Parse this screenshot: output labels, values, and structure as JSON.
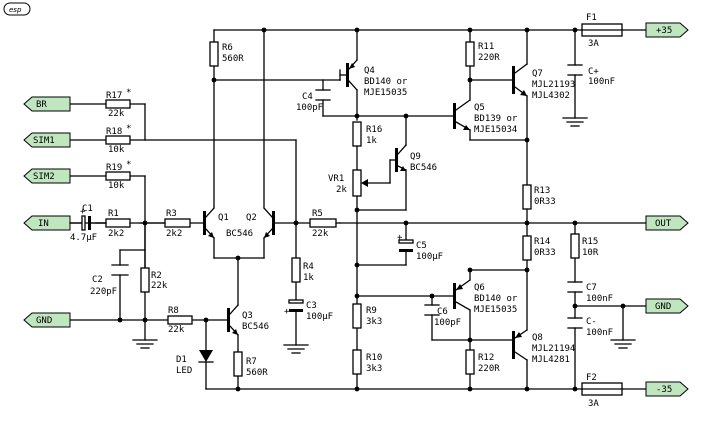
{
  "logo": "esp",
  "pins": {
    "br": "BR",
    "sim1": "SIM1",
    "sim2": "SIM2",
    "in": "IN",
    "gnd_left": "GND",
    "plus35": "+35",
    "out": "OUT",
    "gnd_right": "GND",
    "minus35": "-35"
  },
  "labels": {
    "r17": "R17",
    "r17v": "22k",
    "r18": "R18",
    "r18v": "10k",
    "r19": "R19",
    "r19v": "10k",
    "star": "*",
    "c1": "C1",
    "c1v": "4.7µF",
    "c1plus": "+",
    "r1": "R1",
    "r1v": "2k2",
    "r3": "R3",
    "r3v": "2k2",
    "q1": "Q1",
    "q2": "Q2",
    "q12v": "BC546",
    "r5": "R5",
    "r5v": "22k",
    "c2": "C2",
    "c2v": "220pF",
    "r2": "R2",
    "r2v": "22k",
    "r8": "R8",
    "r8v": "22k",
    "q3": "Q3",
    "q3v": "BC546",
    "d1": "D1",
    "d1v": "LED",
    "r7": "R7",
    "r7v": "560R",
    "r6": "R6",
    "r6v": "560R",
    "r4": "R4",
    "r4v": "1k",
    "c3": "C3",
    "c3v": "100µF",
    "c3plus": "+",
    "c4": "C4",
    "c4v": "100pF",
    "q4": "Q4",
    "q4v1": "BD140 or",
    "q4v2": "MJE15035",
    "r16": "R16",
    "r16v": "1k",
    "vr1": "VR1",
    "vr1v": "2k",
    "q9": "Q9",
    "q9v": "BC546",
    "r11": "R11",
    "r11v": "220R",
    "q5": "Q5",
    "q5v1": "BD139 or",
    "q5v2": "MJE15034",
    "q7": "Q7",
    "q7v1": "MJL21193",
    "q7v2": "MJL4302",
    "f1": "F1",
    "f1v": "3A",
    "cplus": "C+",
    "cplusv": "100nF",
    "r13": "R13",
    "r13v": "0R33",
    "c5": "C5",
    "c5v": "100µF",
    "c5plus": "+",
    "r14": "R14",
    "r14v": "0R33",
    "r15": "R15",
    "r15v": "10R",
    "c7": "C7",
    "c7v": "100nF",
    "cminus": "C-",
    "cminusv": "100nF",
    "q6": "Q6",
    "q6v1": "BD140 or",
    "q6v2": "MJE15035",
    "c6": "C6",
    "c6v": "100pF",
    "r9": "R9",
    "r9v": "3k3",
    "r10": "R10",
    "r10v": "3k3",
    "r12": "R12",
    "r12v": "220R",
    "q8": "Q8",
    "q8v1": "MJL21194",
    "q8v2": "MJL4281",
    "f2": "F2",
    "f2v": "3A"
  }
}
